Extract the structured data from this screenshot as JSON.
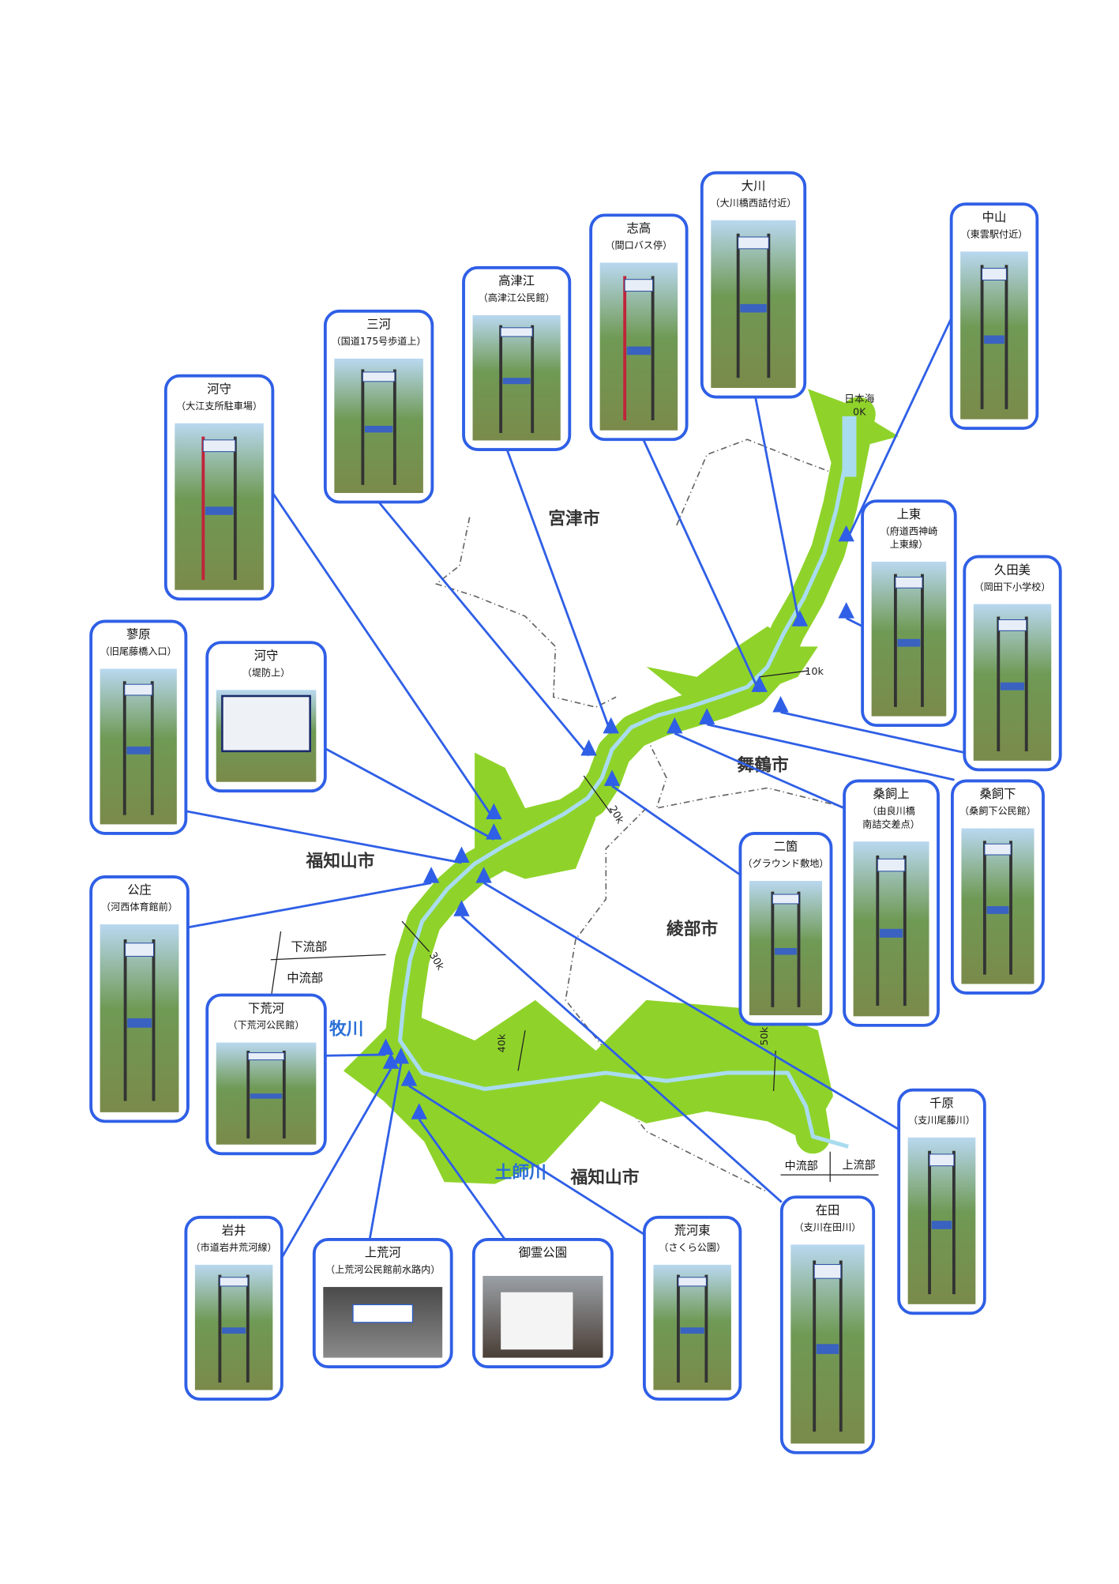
{
  "map": {
    "sea_label": "日本海",
    "sea_km": "0K",
    "cities": [
      "宮津市",
      "舞鶴市",
      "福知山市",
      "綾部市",
      "福知山市"
    ],
    "rivers": [
      "牧川",
      "土師川"
    ],
    "km_marks": [
      "10k",
      "20k",
      "30k",
      "40k",
      "50k"
    ],
    "sections": {
      "lower": "下流部",
      "middle_west": "中流部",
      "middle_east": "中流部",
      "upper": "上流部"
    },
    "colors": {
      "land": "#8fd32a",
      "river": "#a9dcef",
      "marker": "#2f5fe6",
      "frame": "#2f5fe6"
    }
  },
  "callouts": [
    {
      "title": "河守",
      "sub": [
        "（大江支所駐車場）"
      ],
      "photo": "sign-red-blue"
    },
    {
      "title": "三河",
      "sub": [
        "（国道175号歩道上）"
      ],
      "photo": "pole-sign"
    },
    {
      "title": "高津江",
      "sub": [
        "（高津江公民館）"
      ],
      "photo": "pole-sign"
    },
    {
      "title": "志高",
      "sub": [
        "（間口バス停）"
      ],
      "photo": "sign-red-blue"
    },
    {
      "title": "大川",
      "sub": [
        "（大川橋西詰付近）"
      ],
      "photo": "pole-sign"
    },
    {
      "title": "中山",
      "sub": [
        "（東雲駅付近）"
      ],
      "photo": "pole-sign"
    },
    {
      "title": "上東",
      "sub": [
        "（府道西神崎",
        "上東線）"
      ],
      "photo": "pole-sign"
    },
    {
      "title": "久田美",
      "sub": [
        "（岡田下小学校）"
      ],
      "photo": "pole-sign"
    },
    {
      "title": "蓼原",
      "sub": [
        "（旧尾藤橋入口）"
      ],
      "photo": "pole-sign"
    },
    {
      "title": "河守",
      "sub": [
        "（堤防上）"
      ],
      "photo": "info-board"
    },
    {
      "title": "桑飼上",
      "sub": [
        "（由良川橋",
        "南詰交差点）"
      ],
      "photo": "pole-sign"
    },
    {
      "title": "桑飼下",
      "sub": [
        "（桑飼下公民館）"
      ],
      "photo": "pole-sign"
    },
    {
      "title": "二箇",
      "sub": [
        "（グラウンド敷地）"
      ],
      "photo": "pole-sign"
    },
    {
      "title": "公庄",
      "sub": [
        "（河西体育館前）"
      ],
      "photo": "pole-sign"
    },
    {
      "title": "下荒河",
      "sub": [
        "（下荒河公民館）"
      ],
      "photo": "pole-sign"
    },
    {
      "title": "千原",
      "sub": [
        "（支川尾藤川）"
      ],
      "photo": "pole-sign"
    },
    {
      "title": "在田",
      "sub": [
        "（支川在田川）"
      ],
      "photo": "pole-sign"
    },
    {
      "title": "岩井",
      "sub": [
        "（市道岩井荒河線）"
      ],
      "photo": "pole-sign"
    },
    {
      "title": "上荒河",
      "sub": [
        "（上荒河公民館前水路内）"
      ],
      "photo": "wall-plate"
    },
    {
      "title": "御霊公園",
      "sub": [],
      "photo": "monument"
    },
    {
      "title": "荒河東",
      "sub": [
        "（さくら公園）"
      ],
      "photo": "pole-sign"
    }
  ]
}
